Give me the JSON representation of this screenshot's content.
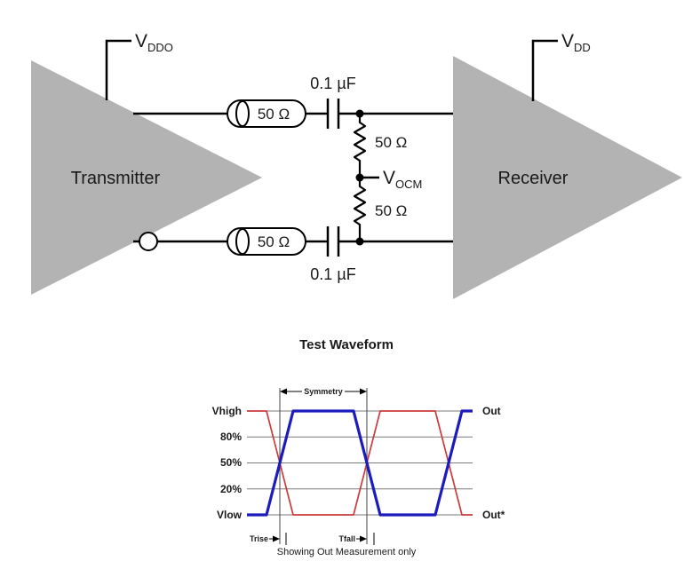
{
  "circuit": {
    "power_left": {
      "main": "V",
      "sub": "DDO"
    },
    "power_right": {
      "main": "V",
      "sub": "DD"
    },
    "vocm": {
      "main": "V",
      "sub": "OCM"
    },
    "transmitter": "Transmitter",
    "receiver": "Receiver",
    "series_resistor_top": "50 Ω",
    "series_resistor_bottom": "50 Ω",
    "shunt_resistor_top": "50 Ω",
    "shunt_resistor_bottom": "50 Ω",
    "cap_top": "0.1 µF",
    "cap_bottom": "0.1 µF",
    "triangle_color": "#b3b3b3"
  },
  "waveform": {
    "title": "Test Waveform",
    "levels": [
      "Vhigh",
      "80%",
      "50%",
      "20%",
      "Vlow"
    ],
    "out_label": "Out",
    "outb_label": "Out*",
    "symmetry_label": "Symmetry",
    "trise_label": "Trise",
    "tfall_label": "Tfall",
    "caption": "Showing Out Measurement only",
    "out_color": "#1c1cbe",
    "outb_color": "#cc3b3b"
  }
}
